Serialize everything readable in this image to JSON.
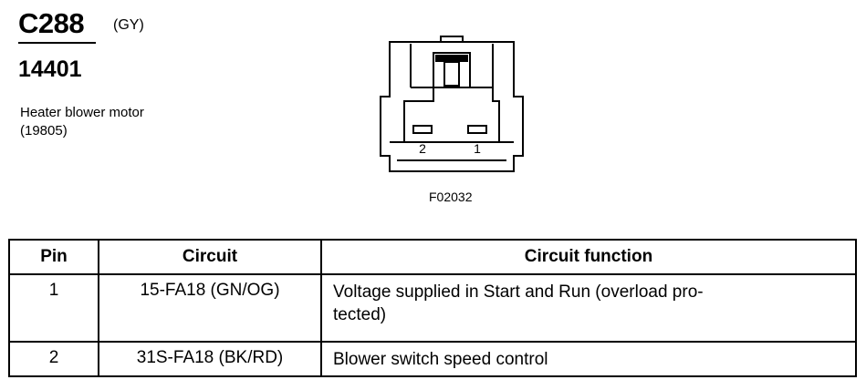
{
  "connector": {
    "id": "C288",
    "color_code": "(GY)",
    "part_number": "14401",
    "description_line1": "Heater blower motor",
    "description_line2": "(19805)"
  },
  "diagram": {
    "figure_code": "F02032",
    "pin_label_left": "2",
    "pin_label_right": "1"
  },
  "table": {
    "headers": {
      "pin": "Pin",
      "circuit": "Circuit",
      "function": "Circuit function"
    },
    "rows": [
      {
        "pin": "1",
        "circuit": "15-FA18 (GN/OG)",
        "function_line1": "Voltage supplied in Start and Run (overload pro-",
        "function_line2": "tected)"
      },
      {
        "pin": "2",
        "circuit": "31S-FA18 (BK/RD)",
        "function_line1": "Blower switch speed control",
        "function_line2": ""
      }
    ]
  }
}
